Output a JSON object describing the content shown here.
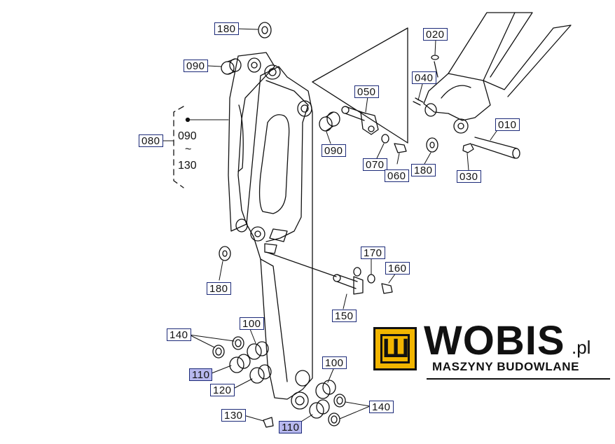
{
  "diagram": {
    "part_labels": [
      {
        "id": "180a",
        "text": "180"
      },
      {
        "id": "090a",
        "text": "090"
      },
      {
        "id": "080",
        "text": "080"
      },
      {
        "id": "090b",
        "text": "090"
      },
      {
        "id": "050",
        "text": "050"
      },
      {
        "id": "070",
        "text": "070"
      },
      {
        "id": "060",
        "text": "060"
      },
      {
        "id": "020",
        "text": "020"
      },
      {
        "id": "040",
        "text": "040"
      },
      {
        "id": "010",
        "text": "010"
      },
      {
        "id": "180b",
        "text": "180"
      },
      {
        "id": "030",
        "text": "030"
      },
      {
        "id": "180c",
        "text": "180"
      },
      {
        "id": "170",
        "text": "170"
      },
      {
        "id": "160",
        "text": "160"
      },
      {
        "id": "150",
        "text": "150"
      },
      {
        "id": "140a",
        "text": "140"
      },
      {
        "id": "100a",
        "text": "100"
      },
      {
        "id": "110a",
        "text": "110",
        "highlight": true
      },
      {
        "id": "120",
        "text": "120"
      },
      {
        "id": "130",
        "text": "130"
      },
      {
        "id": "100b",
        "text": "100"
      },
      {
        "id": "140b",
        "text": "140"
      },
      {
        "id": "110b",
        "text": "110",
        "highlight": true
      }
    ],
    "range_label": {
      "from": "090",
      "separator": "~",
      "to": "130"
    }
  },
  "logo": {
    "name": "WOBIS",
    "tld": ".pl",
    "subtitle": "MASZYNY BUDOWLANE",
    "icon_glyph": "Ш",
    "accent_color": "#f2b500"
  },
  "colors": {
    "highlight": "#b7b8ee",
    "label_border": "#1c2a78",
    "line": "#111111"
  }
}
